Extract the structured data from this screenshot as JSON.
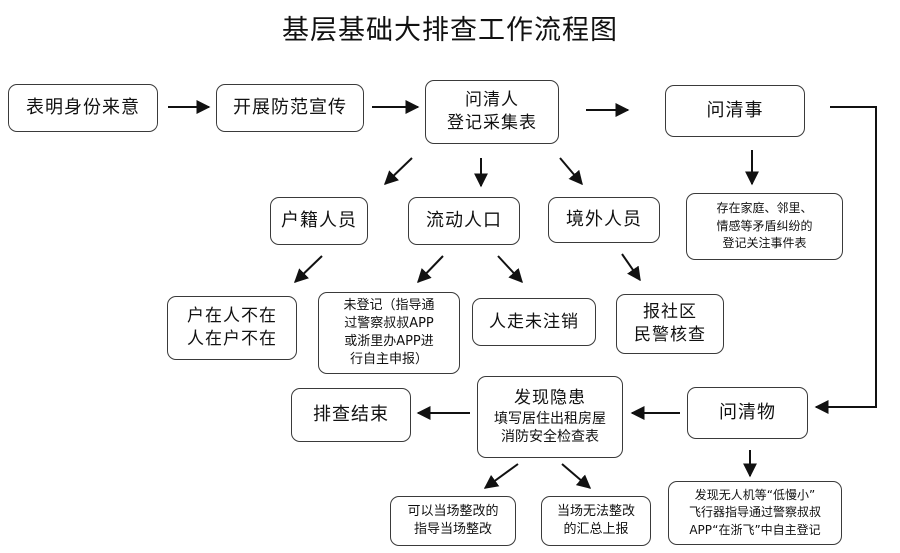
{
  "title": "基层基础大排查工作流程图",
  "nodes": {
    "identity": "表明身份来意",
    "promote": "开展防范宣传",
    "ask_people": [
      "问清人",
      "登记采集表"
    ],
    "ask_matters": "问清事",
    "matters_detail": [
      "存在家庭、邻里、",
      "情感等矛盾纠纷的",
      "登记关注事件表"
    ],
    "registered": "户籍人员",
    "floating": "流动人口",
    "foreign": "境外人员",
    "household_mismatch": [
      "户在人不在",
      "人在户不在"
    ],
    "unregistered": [
      "未登记（指导通",
      "过警察叔叔APP",
      "或浙里办APP进",
      "行自主申报）"
    ],
    "departed": "人走未注销",
    "report_police": [
      "报社区",
      "民警核查"
    ],
    "check_end": "排查结束",
    "hazard": [
      "发现隐患",
      "填写居住出租房屋",
      "消防安全检查表"
    ],
    "ask_objects": "问清物",
    "fix_onsite": [
      "可以当场整改的",
      "指导当场整改"
    ],
    "report_unfixable": [
      "当场无法整改",
      "的汇总上报"
    ],
    "drone": [
      "发现无人机等“低慢小”",
      "飞行器指导通过警察叔叔",
      "APP“在浙飞”中自主登记"
    ]
  },
  "colors": {
    "border": "#3a3a3a",
    "arrow": "#111111",
    "text": "#111111"
  }
}
